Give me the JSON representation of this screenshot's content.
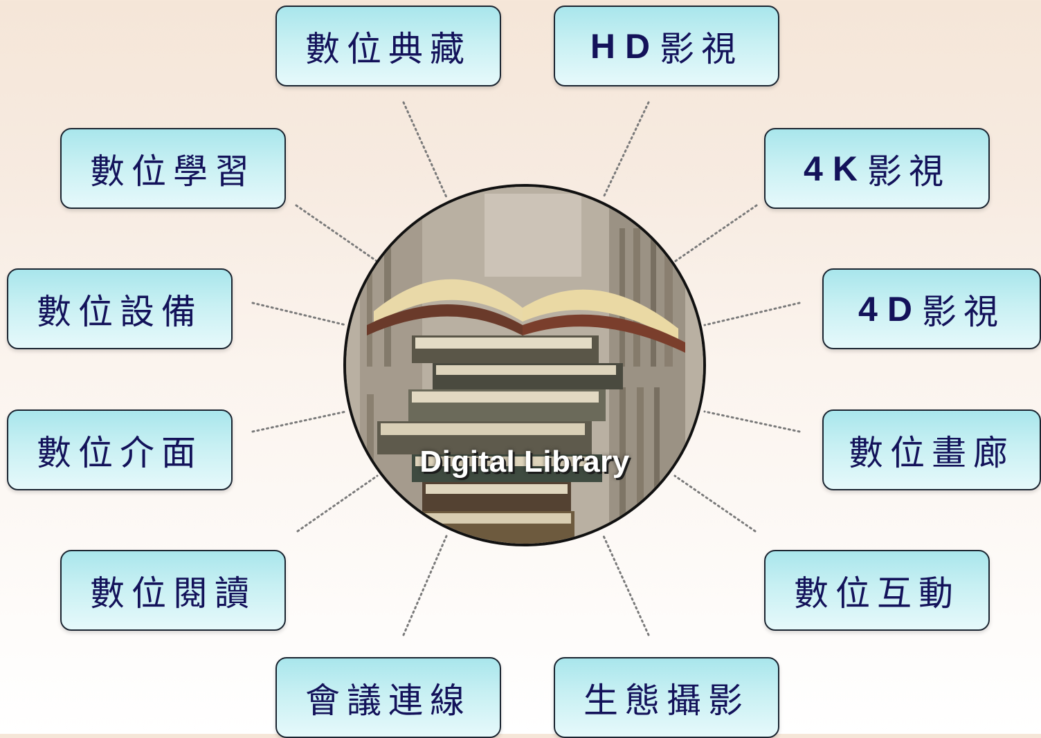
{
  "hub": {
    "label": "Digital Library",
    "image": "stack-of-books-in-library"
  },
  "nodes": [
    {
      "id": "digital-archive",
      "text": "數位典藏",
      "lat": "",
      "cjk": "數位典藏"
    },
    {
      "id": "hd-video",
      "text": "H D 影視",
      "lat": "HD",
      "cjk": "影視"
    },
    {
      "id": "digital-learning",
      "text": "數位學習",
      "lat": "",
      "cjk": "數位學習"
    },
    {
      "id": "4k-video",
      "text": "4 K 影視",
      "lat": "4K",
      "cjk": "影視"
    },
    {
      "id": "digital-equipment",
      "text": "數位設備",
      "lat": "",
      "cjk": "數位設備"
    },
    {
      "id": "4d-video",
      "text": "4 D 影視",
      "lat": "4D",
      "cjk": "影視"
    },
    {
      "id": "digital-interface",
      "text": "數位介面",
      "lat": "",
      "cjk": "數位介面"
    },
    {
      "id": "digital-gallery",
      "text": "數位畫廊",
      "lat": "",
      "cjk": "數位畫廊"
    },
    {
      "id": "digital-reading",
      "text": "數位閱讀",
      "lat": "",
      "cjk": "數位閱讀"
    },
    {
      "id": "digital-interaction",
      "text": "數位互動",
      "lat": "",
      "cjk": "數位互動"
    },
    {
      "id": "video-conference",
      "text": "會議連線",
      "lat": "",
      "cjk": "會議連線"
    },
    {
      "id": "eco-photography",
      "text": "生態攝影",
      "lat": "",
      "cjk": "生態攝影"
    }
  ],
  "colors": {
    "node_border": "#1a2430",
    "node_text": "#13125a",
    "connector": "#777777",
    "hub_border": "#111111"
  }
}
